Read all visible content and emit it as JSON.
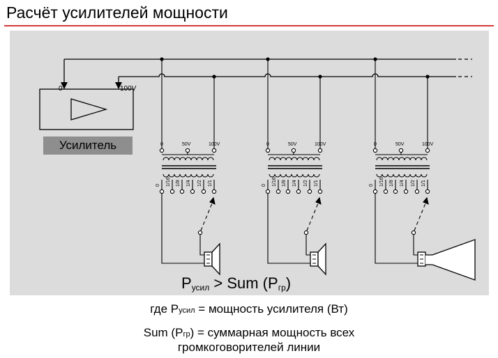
{
  "slide": {
    "title": "Расчёт усилителей мощности"
  },
  "diagram": {
    "amplifier": {
      "label": "Усилитель",
      "terminal_0": "0",
      "terminal_100v": "100V"
    },
    "transformer": {
      "primary_labels": [
        "0",
        "50V",
        "100V"
      ],
      "secondary_labels": [
        "0",
        "1/16",
        "1/8",
        "1/4",
        "1/2",
        "1/1"
      ]
    },
    "formula": {
      "p": "P",
      "p_sub": "усил",
      "mid": " > Sum (P",
      "pgr_sub": "гр",
      "end": ")"
    }
  },
  "captions": {
    "line1_a": "где P",
    "line1_sub": "усил",
    "line1_b": " = мощность усилителя (Вт)",
    "line2_a": "Sum (P",
    "line2_sub": "гр",
    "line2_b": ") = суммарная мощность всех",
    "line3": "громкоговорителей линии"
  }
}
